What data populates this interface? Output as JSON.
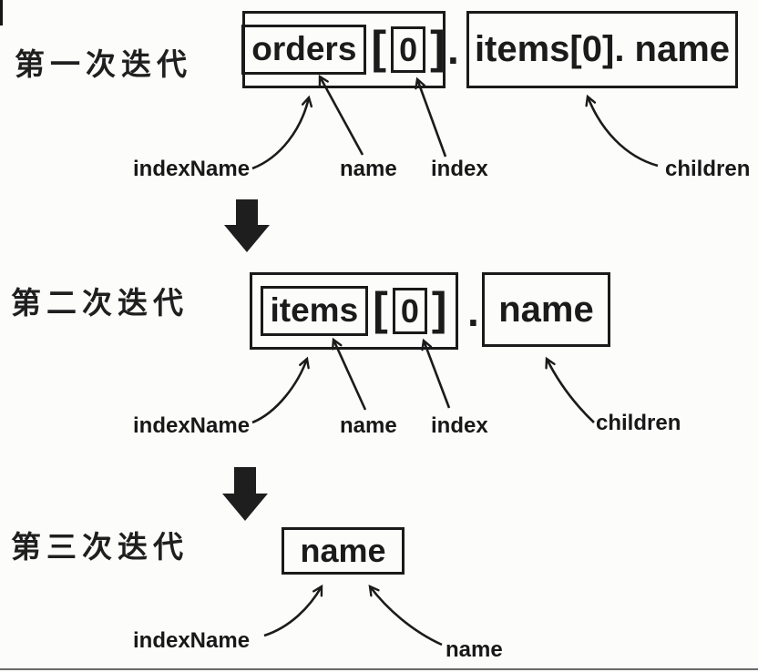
{
  "colors": {
    "ink": "#1b1b1b",
    "background": "#fcfcfb"
  },
  "iterations": [
    {
      "title": "第一次迭代",
      "index_name": "orders",
      "open_bracket": "[",
      "index_value": "0",
      "close_bracket": "]",
      "dot": ".",
      "children_text": "items[0]. name",
      "labels": {
        "index_name": "indexName",
        "name": "name",
        "index": "index",
        "children": "children"
      }
    },
    {
      "title": "第二次迭代",
      "index_name": "items",
      "open_bracket": "[",
      "index_value": "0",
      "close_bracket": "]",
      "dot": ".",
      "children_text": "name",
      "labels": {
        "index_name": "indexName",
        "name": "name",
        "index": "index",
        "children": "children"
      }
    },
    {
      "title": "第三次迭代",
      "index_name": "name",
      "labels": {
        "index_name": "indexName",
        "name": "name"
      }
    }
  ]
}
